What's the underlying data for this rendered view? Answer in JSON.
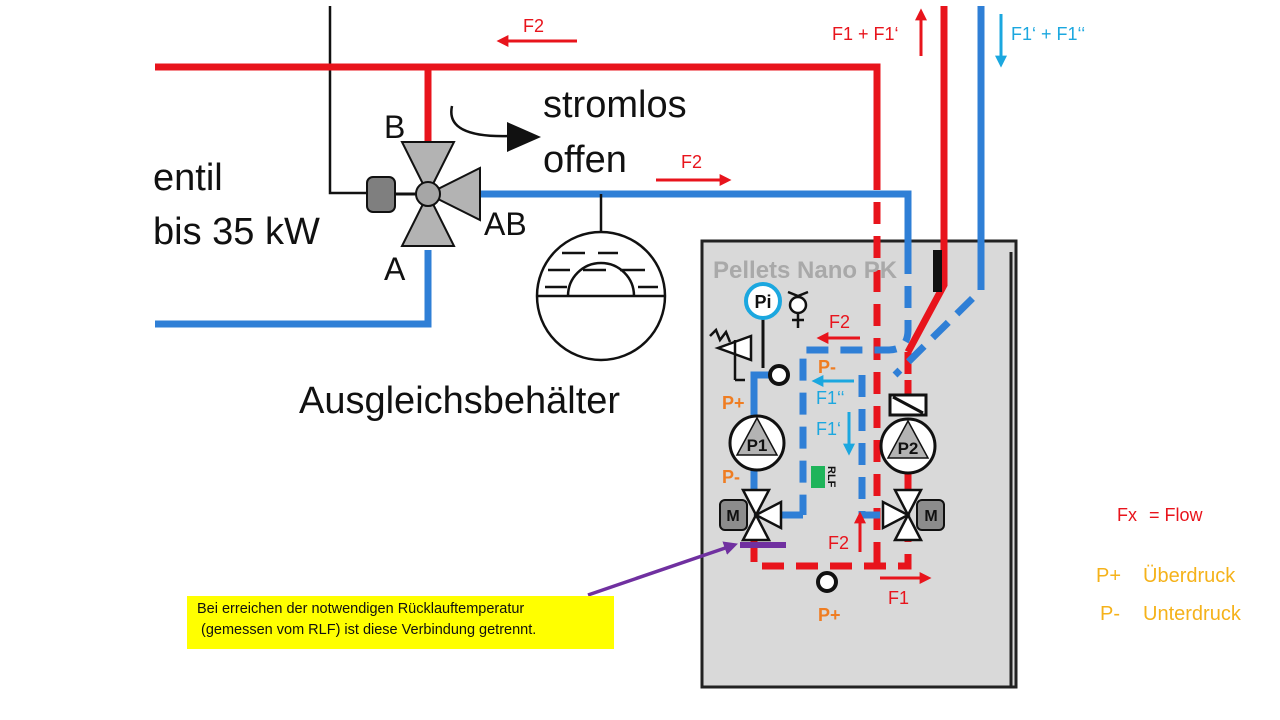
{
  "labels": {
    "valve_fragment": "entil",
    "valve_power": "bis 35 kW",
    "port_b": "B",
    "port_a": "A",
    "port_ab": "AB",
    "stromlos": "stromlos",
    "offen": "offen",
    "expansion_tank": "Ausgleichsbehälter",
    "boiler_title": "Pellets Nano PK",
    "pi": "Pi",
    "p1": "P1",
    "p2": "P2",
    "m_left": "M",
    "m_right": "M",
    "rlf": "RLF"
  },
  "flows": {
    "f2_top": "F2",
    "f2_mid": "F2",
    "f1_plus_f1p": "F1 + F1‘",
    "f1p_plus_f1pp": "F1‘ + F1‘‘",
    "f2_box": "F2",
    "f1pp": "F1‘‘",
    "f1p": "F1‘",
    "f2_low": "F2",
    "f1_low": "F1"
  },
  "pressure": {
    "p_minus_top": "P-",
    "p_plus_left": "P+",
    "p_minus_left": "P-",
    "p_plus_bottom": "P+"
  },
  "legend": {
    "fx": "Fx",
    "eq": "= Flow",
    "p_plus": "P+",
    "p_plus_text": "Überdruck",
    "p_minus": "P-",
    "p_minus_text": "Unterdruck"
  },
  "note": {
    "line1": "Bei erreichen der notwendigen Rücklauftemperatur",
    "line2": "(gemessen vom RLF) ist diese Verbindung getrennt."
  },
  "colors": {
    "supply_red": "#e8141c",
    "return_blue": "#2f7fd6",
    "cyan_label": "#1ba7df",
    "orange_label": "#ef7d22",
    "yellow_label": "#f5b21a",
    "boiler_fill": "#d9d9d9",
    "note_fill": "#ffff00",
    "purple": "#7030a0",
    "sensor_green": "#1fb45a"
  }
}
